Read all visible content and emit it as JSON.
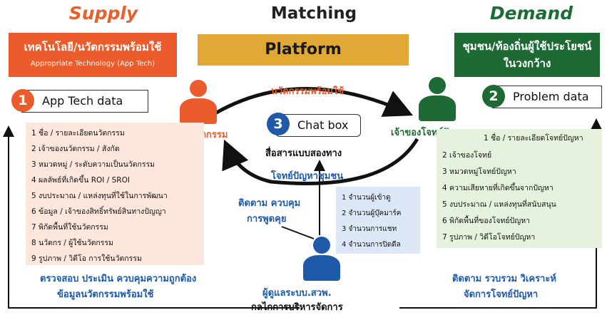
{
  "titles": {
    "supply": "Supply",
    "matching": "Matching",
    "demand": "Demand"
  },
  "supply_banner": {
    "line1": "เทคโนโลยี/นวัตกรรมพร้อมใช้",
    "line2": "Appropriate Technology (App Tech)"
  },
  "platform": {
    "label": "Platform"
  },
  "demand_banner": {
    "line1": "ชุมชน/ท้องถิ่นผู้ใช้ประโยชน์",
    "line2": "ในวงกว้าง"
  },
  "sections": [
    {
      "number": "1",
      "label": "App Tech data"
    },
    {
      "number": "2",
      "label": "Problem data"
    },
    {
      "number": "3",
      "label": "Chat box"
    }
  ],
  "actors": {
    "innovator": "เจ้าของนวัตกรรม",
    "problem_owner": "เจ้าของโจทย์ปัญหา",
    "admin_line1": "ผู้ดูแลระบบ.สวพ.",
    "admin_line2": "กลไกการบริหารจัดการ"
  },
  "flows": {
    "top": "นวัตกรรมพร้อมใช้",
    "bottom": "โจทย์ปัญหาชุมชน",
    "chat_desc": "สื่อสารแบบสองทาง",
    "monitor_line1": "ติดตาม ควบคุม",
    "monitor_line2": "การพูดคุย"
  },
  "supply_list": [
    "1 ชื่อ / รายละเอียดนวัตกรรม",
    "2 เจ้าของนวัตกรรม / สังกัด",
    "3 หมวดหมู่ / ระดับความเป็นนวัตกรรม",
    "4 ผลลัพธ์ที่เกิดขึ้น ROI / SROI",
    "5 งบประมาณ  / แหล่งทุนที่ใช้ในการพัฒนา",
    "6 ข้อมูล / เจ้าของสิทธิ์ทรัพย์สินทางปัญญา",
    "7 พิกัดพื้นที่ใช้นวัตกรรม",
    "8 นวัตกร / ผู้ใช้นวัตกรรม",
    "9 รูปภาพ / วิดีโอ การใช้นวัตกรรม"
  ],
  "demand_list": [
    "1 ชื่อ / รายละเอียดโจทย์ปัญหา",
    "2 เจ้าของโจทย์",
    "3 หมวดหมู่โจทย์ปัญหา",
    "4 ความเสียหายที่เกิดขึ้นจากปัญหา",
    "5 งบประมาณ  / แหล่งทุนที่สนับสนุน",
    "6 พิกัดพื้นที่ของโจทย์ปัญหา",
    "7 รูปภาพ / วิดีโอโจทย์ปัญหา"
  ],
  "chat_list": [
    "1 จำนวนผู้เข้าดู",
    "2 จำนวนผู้บุ๊คมาร์ค",
    "3 จำนวนการแชท",
    "4 จำนวนการปิดดีล"
  ],
  "footer": {
    "supply_line1": "ตรวจสอบ ประเมิน ควบคุมความถูกต้อง",
    "supply_line2": "ข้อมูลนวัตกรรมพร้อมใช้",
    "demand_line1": "ติดตาม รวบรวม วิเคราะห์",
    "demand_line2": "จัดการโจทย์ปัญหา"
  },
  "colors": {
    "supply": "#ec5b2b",
    "platform": "#e2a835",
    "demand": "#1d6a35",
    "chat": "#1f5aa8"
  }
}
